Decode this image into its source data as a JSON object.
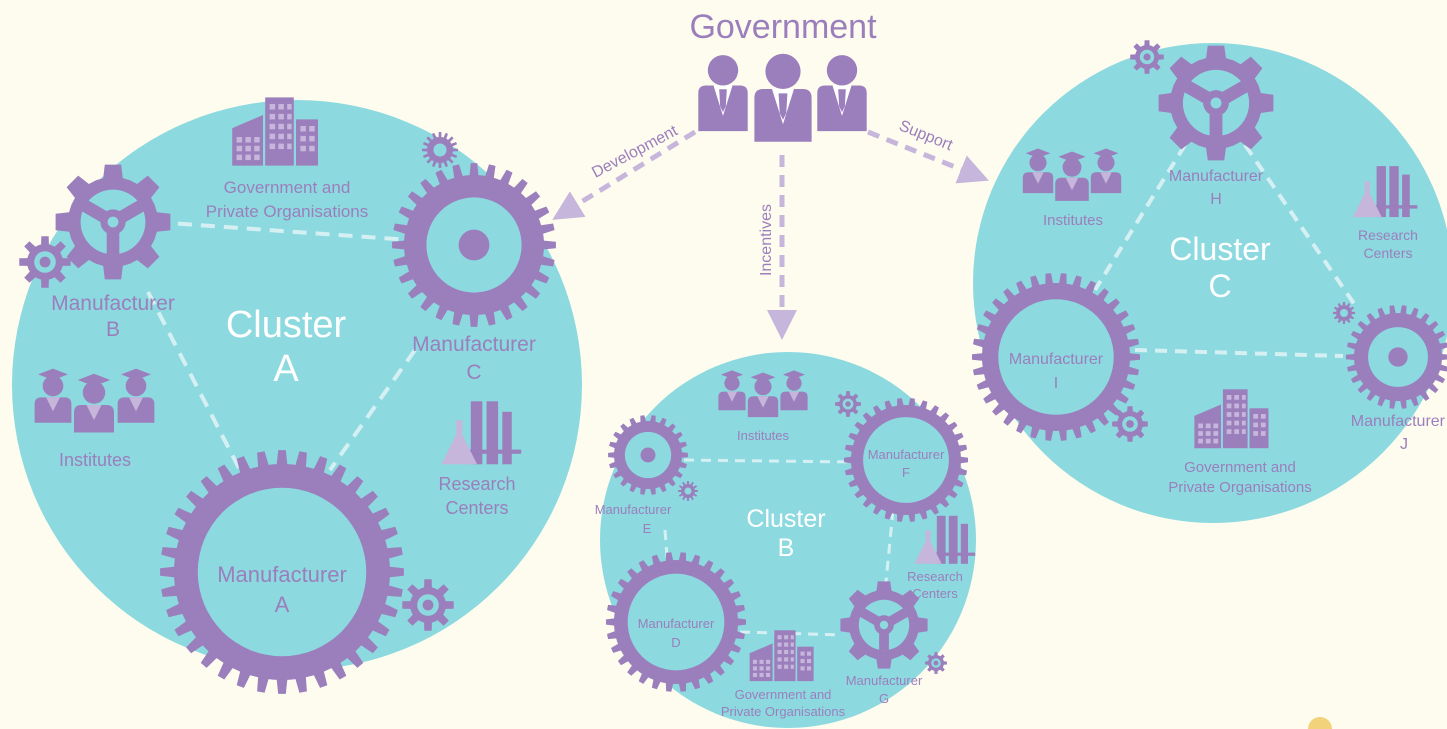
{
  "colors": {
    "background": "#FEFCEE",
    "cluster_fill": "#8DD9E0",
    "accent_purple": "#9B7FBC",
    "light_purple": "#C7B6DB",
    "white": "#FFFFFF"
  },
  "government": {
    "title": "Government",
    "icon": "government-people-icon",
    "links": [
      {
        "label": "Development",
        "target": "cluster-a"
      },
      {
        "label": "Incentives",
        "target": "cluster-b"
      },
      {
        "label": "Support",
        "target": "cluster-c"
      }
    ]
  },
  "clusters": {
    "a": {
      "title_line1": "Cluster",
      "title_line2": "A",
      "manufacturers": [
        {
          "line1": "Manufacturer",
          "line2": "A"
        },
        {
          "line1": "Manufacturer",
          "line2": "B"
        },
        {
          "line1": "Manufacturer",
          "line2": "C"
        }
      ],
      "institutes": "Institutes",
      "research_line1": "Research",
      "research_line2": "Centers",
      "orgs_line1": "Government and",
      "orgs_line2": "Private Organisations"
    },
    "b": {
      "title_line1": "Cluster",
      "title_line2": "B",
      "manufacturers": [
        {
          "line1": "Manufacturer",
          "line2": "D"
        },
        {
          "line1": "Manufacturer",
          "line2": "E"
        },
        {
          "line1": "Manufacturer",
          "line2": "F"
        },
        {
          "line1": "Manufacturer",
          "line2": "G"
        }
      ],
      "institutes": "Institutes",
      "research_line1": "Research",
      "research_line2": "Centers",
      "orgs_line1": "Government and",
      "orgs_line2": "Private Organisations"
    },
    "c": {
      "title_line1": "Cluster",
      "title_line2": "C",
      "manufacturers": [
        {
          "line1": "Manufacturer",
          "line2": "H"
        },
        {
          "line1": "Manufacturer",
          "line2": "I"
        },
        {
          "line1": "Manufacturer",
          "line2": "J"
        }
      ],
      "institutes": "Institutes",
      "research_line1": "Research",
      "research_line2": "Centers",
      "orgs_line1": "Government and",
      "orgs_line2": "Private Organisations"
    }
  }
}
